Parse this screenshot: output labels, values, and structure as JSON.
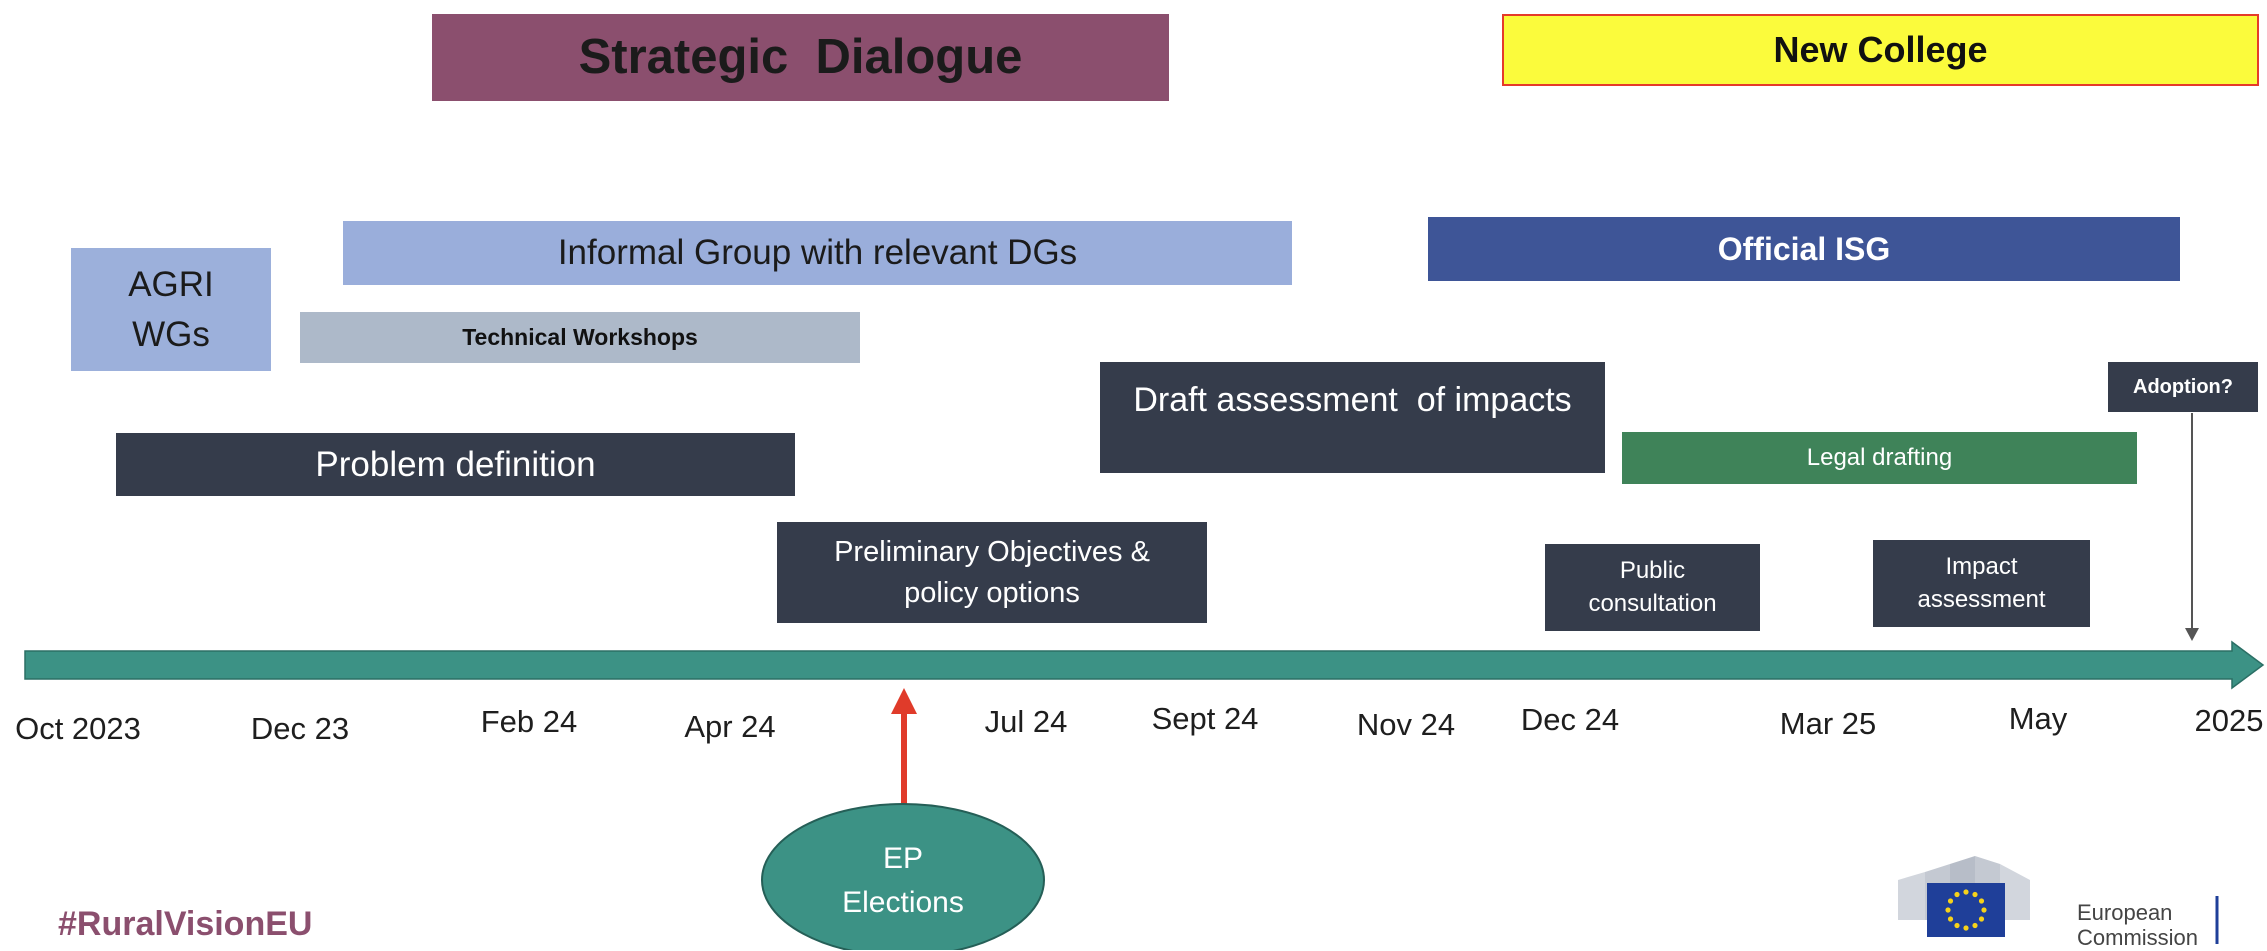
{
  "banners": {
    "strategic_dialogue": "Strategic  Dialogue",
    "new_college": "New College"
  },
  "groups": {
    "agri_wgs_line1": "AGRI",
    "agri_wgs_line2": "WGs",
    "informal_group": "Informal Group with relevant DGs",
    "technical_workshops": "Technical Workshops",
    "official_isg": "Official ISG"
  },
  "phases": {
    "problem_definition": "Problem definition",
    "preliminary_line1": "Preliminary Objectives &",
    "preliminary_line2": "policy options",
    "draft_assessment": "Draft assessment  of impacts",
    "legal_drafting": "Legal drafting",
    "public_consultation_line1": "Public",
    "public_consultation_line2": "consultation",
    "impact_assessment_line1": "Impact",
    "impact_assessment_line2": "assessment",
    "adoption": "Adoption?"
  },
  "timeline": {
    "dates": [
      "Oct 2023",
      "Dec 23",
      "Feb 24",
      "Apr 24",
      "Jul 24",
      "Sept 24",
      "Nov 24",
      "Dec 24",
      "Mar 25",
      "May",
      "2025"
    ]
  },
  "event": {
    "line1": "EP",
    "line2": "Elections"
  },
  "footer": {
    "hashtag": "#RuralVisionEU",
    "logo_line1": "European",
    "logo_line2": "Commission"
  },
  "colors": {
    "strategic_dialogue": "#8b4f6e",
    "new_college": "#fbfb3c",
    "agri_wgs": "#9cb0db",
    "informal_group": "#9aaedb",
    "technical_workshops": "#adb9c9",
    "official_isg": "#3e5597",
    "dark_box": "#353c4b",
    "legal_drafting": "#3f8359",
    "timeline_arrow": "#3c9285",
    "ep_ellipse": "#3c9285",
    "red_arrow": "#e03b2a",
    "hashtag": "#8b4f6e"
  }
}
